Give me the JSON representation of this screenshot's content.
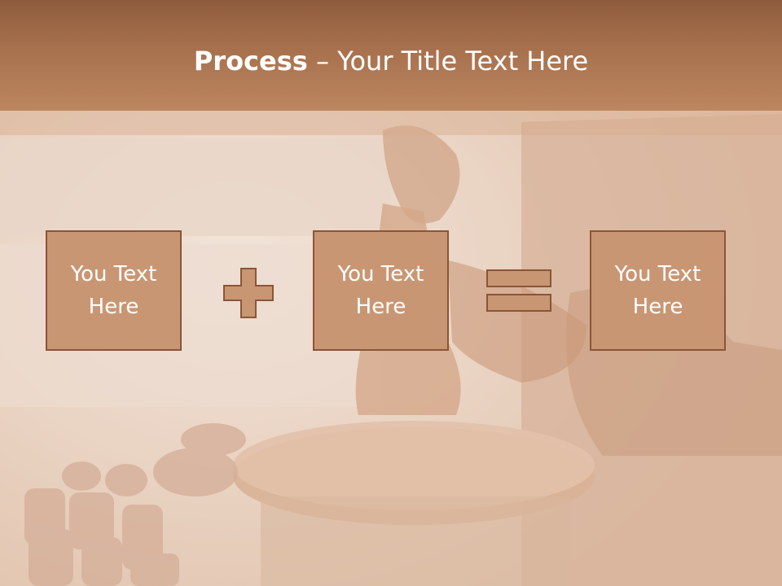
{
  "slide": {
    "title_strong": "Process",
    "title_rest": " – Your Title Text Here",
    "boxes": [
      {
        "text": "You Text Here"
      },
      {
        "text": "You Text Here"
      },
      {
        "text": "You Text Here"
      }
    ],
    "operators": [
      "plus-icon",
      "equals-icon"
    ],
    "colors": {
      "title_bar": "#a8714e",
      "box_fill": "#c99674",
      "box_border": "#8a5538",
      "text": "#ffffff"
    }
  }
}
